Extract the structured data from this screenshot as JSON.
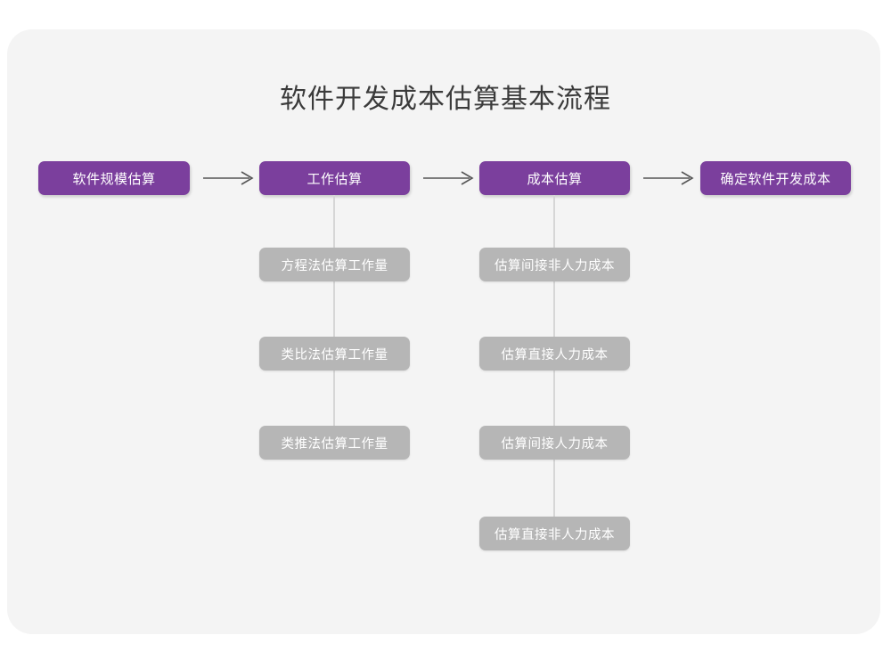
{
  "diagram": {
    "title": "软件开发成本估算基本流程",
    "colors": {
      "background": "#ffffff",
      "card": "#f4f4f4",
      "primary_node": "#7b3f9d",
      "secondary_node": "#b6b6b6",
      "node_text": "#ffffff",
      "title_text": "#3b3b3b",
      "connector": "#d6d6d6",
      "arrow": "#555555"
    },
    "main_flow": [
      {
        "id": "software-scale-estimation",
        "label": "软件规模估算"
      },
      {
        "id": "work-estimation",
        "label": "工作估算"
      },
      {
        "id": "cost-estimation",
        "label": "成本估算"
      },
      {
        "id": "determine-software-development-cost",
        "label": "确定软件开发成本"
      }
    ],
    "arrows": [
      {
        "id": "arrow-1",
        "glyph": "→"
      },
      {
        "id": "arrow-2",
        "glyph": "→"
      },
      {
        "id": "arrow-3",
        "glyph": "→"
      }
    ],
    "branches": [
      {
        "id": "work-estimation-methods",
        "parent": "work-estimation",
        "items": [
          {
            "id": "equation-method-workload",
            "label": "方程法估算工作量"
          },
          {
            "id": "analogy-method-workload",
            "label": "类比法估算工作量"
          },
          {
            "id": "analogue-method-workload",
            "label": "类推法估算工作量"
          }
        ]
      },
      {
        "id": "cost-estimation-items",
        "parent": "cost-estimation",
        "items": [
          {
            "id": "indirect-non-labor-cost",
            "label": "估算间接非人力成本"
          },
          {
            "id": "direct-labor-cost",
            "label": "估算直接人力成本"
          },
          {
            "id": "indirect-labor-cost",
            "label": "估算间接人力成本"
          },
          {
            "id": "direct-non-labor-cost",
            "label": "估算直接非人力成本"
          }
        ]
      }
    ]
  }
}
